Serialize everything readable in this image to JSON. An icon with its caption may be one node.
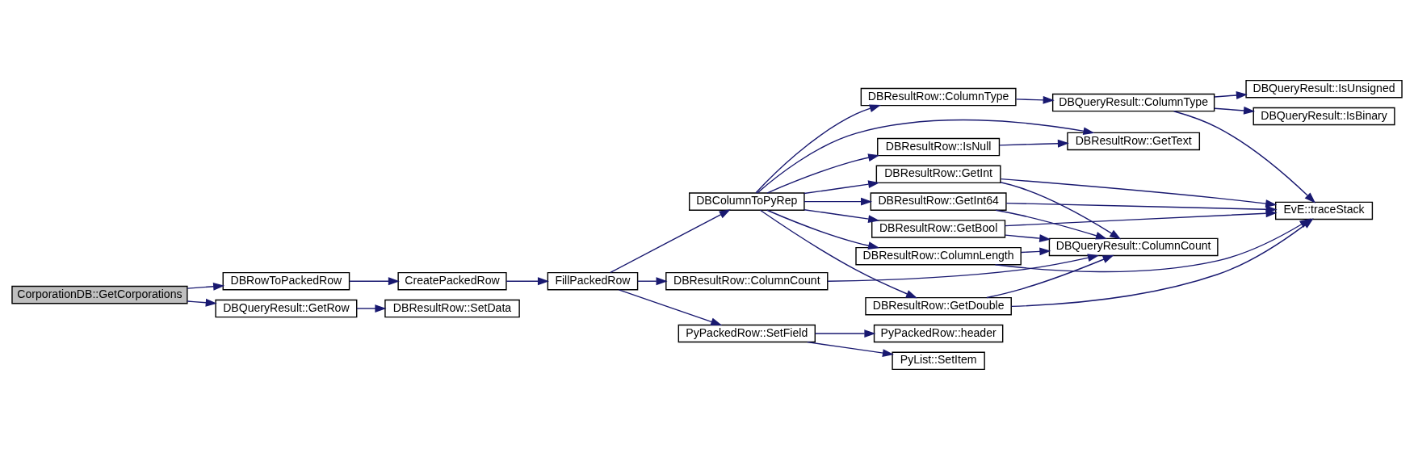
{
  "diagram": {
    "nodes": [
      {
        "text": [
          "CorporationDB::GetCorporations"
        ]
      },
      {
        "text": [
          "DBRowToPackedRow"
        ]
      },
      {
        "text": [
          "DBQueryResult::GetRow"
        ]
      },
      {
        "text": [
          "CreatePackedRow"
        ]
      },
      {
        "text": [
          "DBResultRow::SetData"
        ]
      },
      {
        "text": [
          "FillPackedRow"
        ]
      },
      {
        "text": [
          "DBColumnToPyRep"
        ]
      },
      {
        "text": [
          "DBResultRow::ColumnCount"
        ]
      },
      {
        "text": [
          "PyPackedRow::SetField"
        ]
      },
      {
        "text": [
          "DBResultRow::ColumnType"
        ]
      },
      {
        "text": [
          "DBResultRow::IsNull"
        ]
      },
      {
        "text": [
          "DBResultRow::GetText"
        ]
      },
      {
        "text": [
          "DBResultRow::GetDouble"
        ]
      },
      {
        "text": [
          "DBResultRow::GetInt"
        ]
      },
      {
        "text": [
          "DBResultRow::GetInt64"
        ]
      },
      {
        "text": [
          "DBResultRow::ColumnLength"
        ]
      },
      {
        "text": [
          "DBResultRow::GetBool"
        ]
      },
      {
        "text": [
          "DBQueryResult::ColumnType"
        ]
      },
      {
        "text": [
          "DBQueryResult::IsBinary"
        ]
      },
      {
        "text": [
          "DBQueryResult::IsUnsigned"
        ]
      },
      {
        "text": [
          "EvE::traceStack"
        ]
      },
      {
        "text": [
          "DBQueryResult::ColumnCount"
        ]
      },
      {
        "text": [
          "PyList::SetItem"
        ]
      },
      {
        "text": [
          "PyPackedRow::header"
        ]
      }
    ],
    "edges": [
      {
        "from": 0,
        "to": 1,
        "arrow": "to"
      },
      {
        "from": 0,
        "to": 2,
        "arrow": "to"
      },
      {
        "from": 1,
        "to": 3,
        "arrow": "to"
      },
      {
        "from": 2,
        "to": 4,
        "arrow": "to"
      },
      {
        "from": 3,
        "to": 5,
        "arrow": "to"
      },
      {
        "from": 5,
        "to": 6,
        "arrow": "to"
      },
      {
        "from": 5,
        "to": 7,
        "arrow": "to"
      },
      {
        "from": 5,
        "to": 8,
        "arrow": "to"
      },
      {
        "from": 6,
        "to": 9,
        "arrow": "to"
      },
      {
        "from": 6,
        "to": 10,
        "arrow": "to"
      },
      {
        "from": 6,
        "to": 11,
        "arrow": "to"
      },
      {
        "from": 6,
        "to": 12,
        "arrow": "to"
      },
      {
        "from": 6,
        "to": 13,
        "arrow": "to"
      },
      {
        "from": 6,
        "to": 14,
        "arrow": "to"
      },
      {
        "from": 6,
        "to": 15,
        "arrow": "to"
      },
      {
        "from": 6,
        "to": 16,
        "arrow": "to"
      },
      {
        "from": 9,
        "to": 17,
        "arrow": "to"
      },
      {
        "from": 17,
        "to": 18,
        "arrow": "to"
      },
      {
        "from": 17,
        "to": 19,
        "arrow": "to"
      },
      {
        "from": 17,
        "to": 20,
        "arrow": "to"
      },
      {
        "from": 10,
        "to": 11,
        "arrow": "to"
      },
      {
        "from": 12,
        "to": 20,
        "arrow": "to"
      },
      {
        "from": 12,
        "to": 21,
        "arrow": "to"
      },
      {
        "from": 13,
        "to": 20,
        "arrow": "to"
      },
      {
        "from": 13,
        "to": 21,
        "arrow": "to"
      },
      {
        "from": 14,
        "to": 20,
        "arrow": "to"
      },
      {
        "from": 14,
        "to": 21,
        "arrow": "to"
      },
      {
        "from": 15,
        "to": 21,
        "arrow": "to"
      },
      {
        "from": 15,
        "to": 20,
        "arrow": "to"
      },
      {
        "from": 7,
        "to": 21,
        "arrow": "to"
      },
      {
        "from": 16,
        "to": 21,
        "arrow": "to"
      },
      {
        "from": 16,
        "to": 20,
        "arrow": "to"
      },
      {
        "from": 8,
        "to": 22,
        "arrow": "to"
      },
      {
        "from": 8,
        "to": 23,
        "arrow": "to"
      }
    ]
  }
}
